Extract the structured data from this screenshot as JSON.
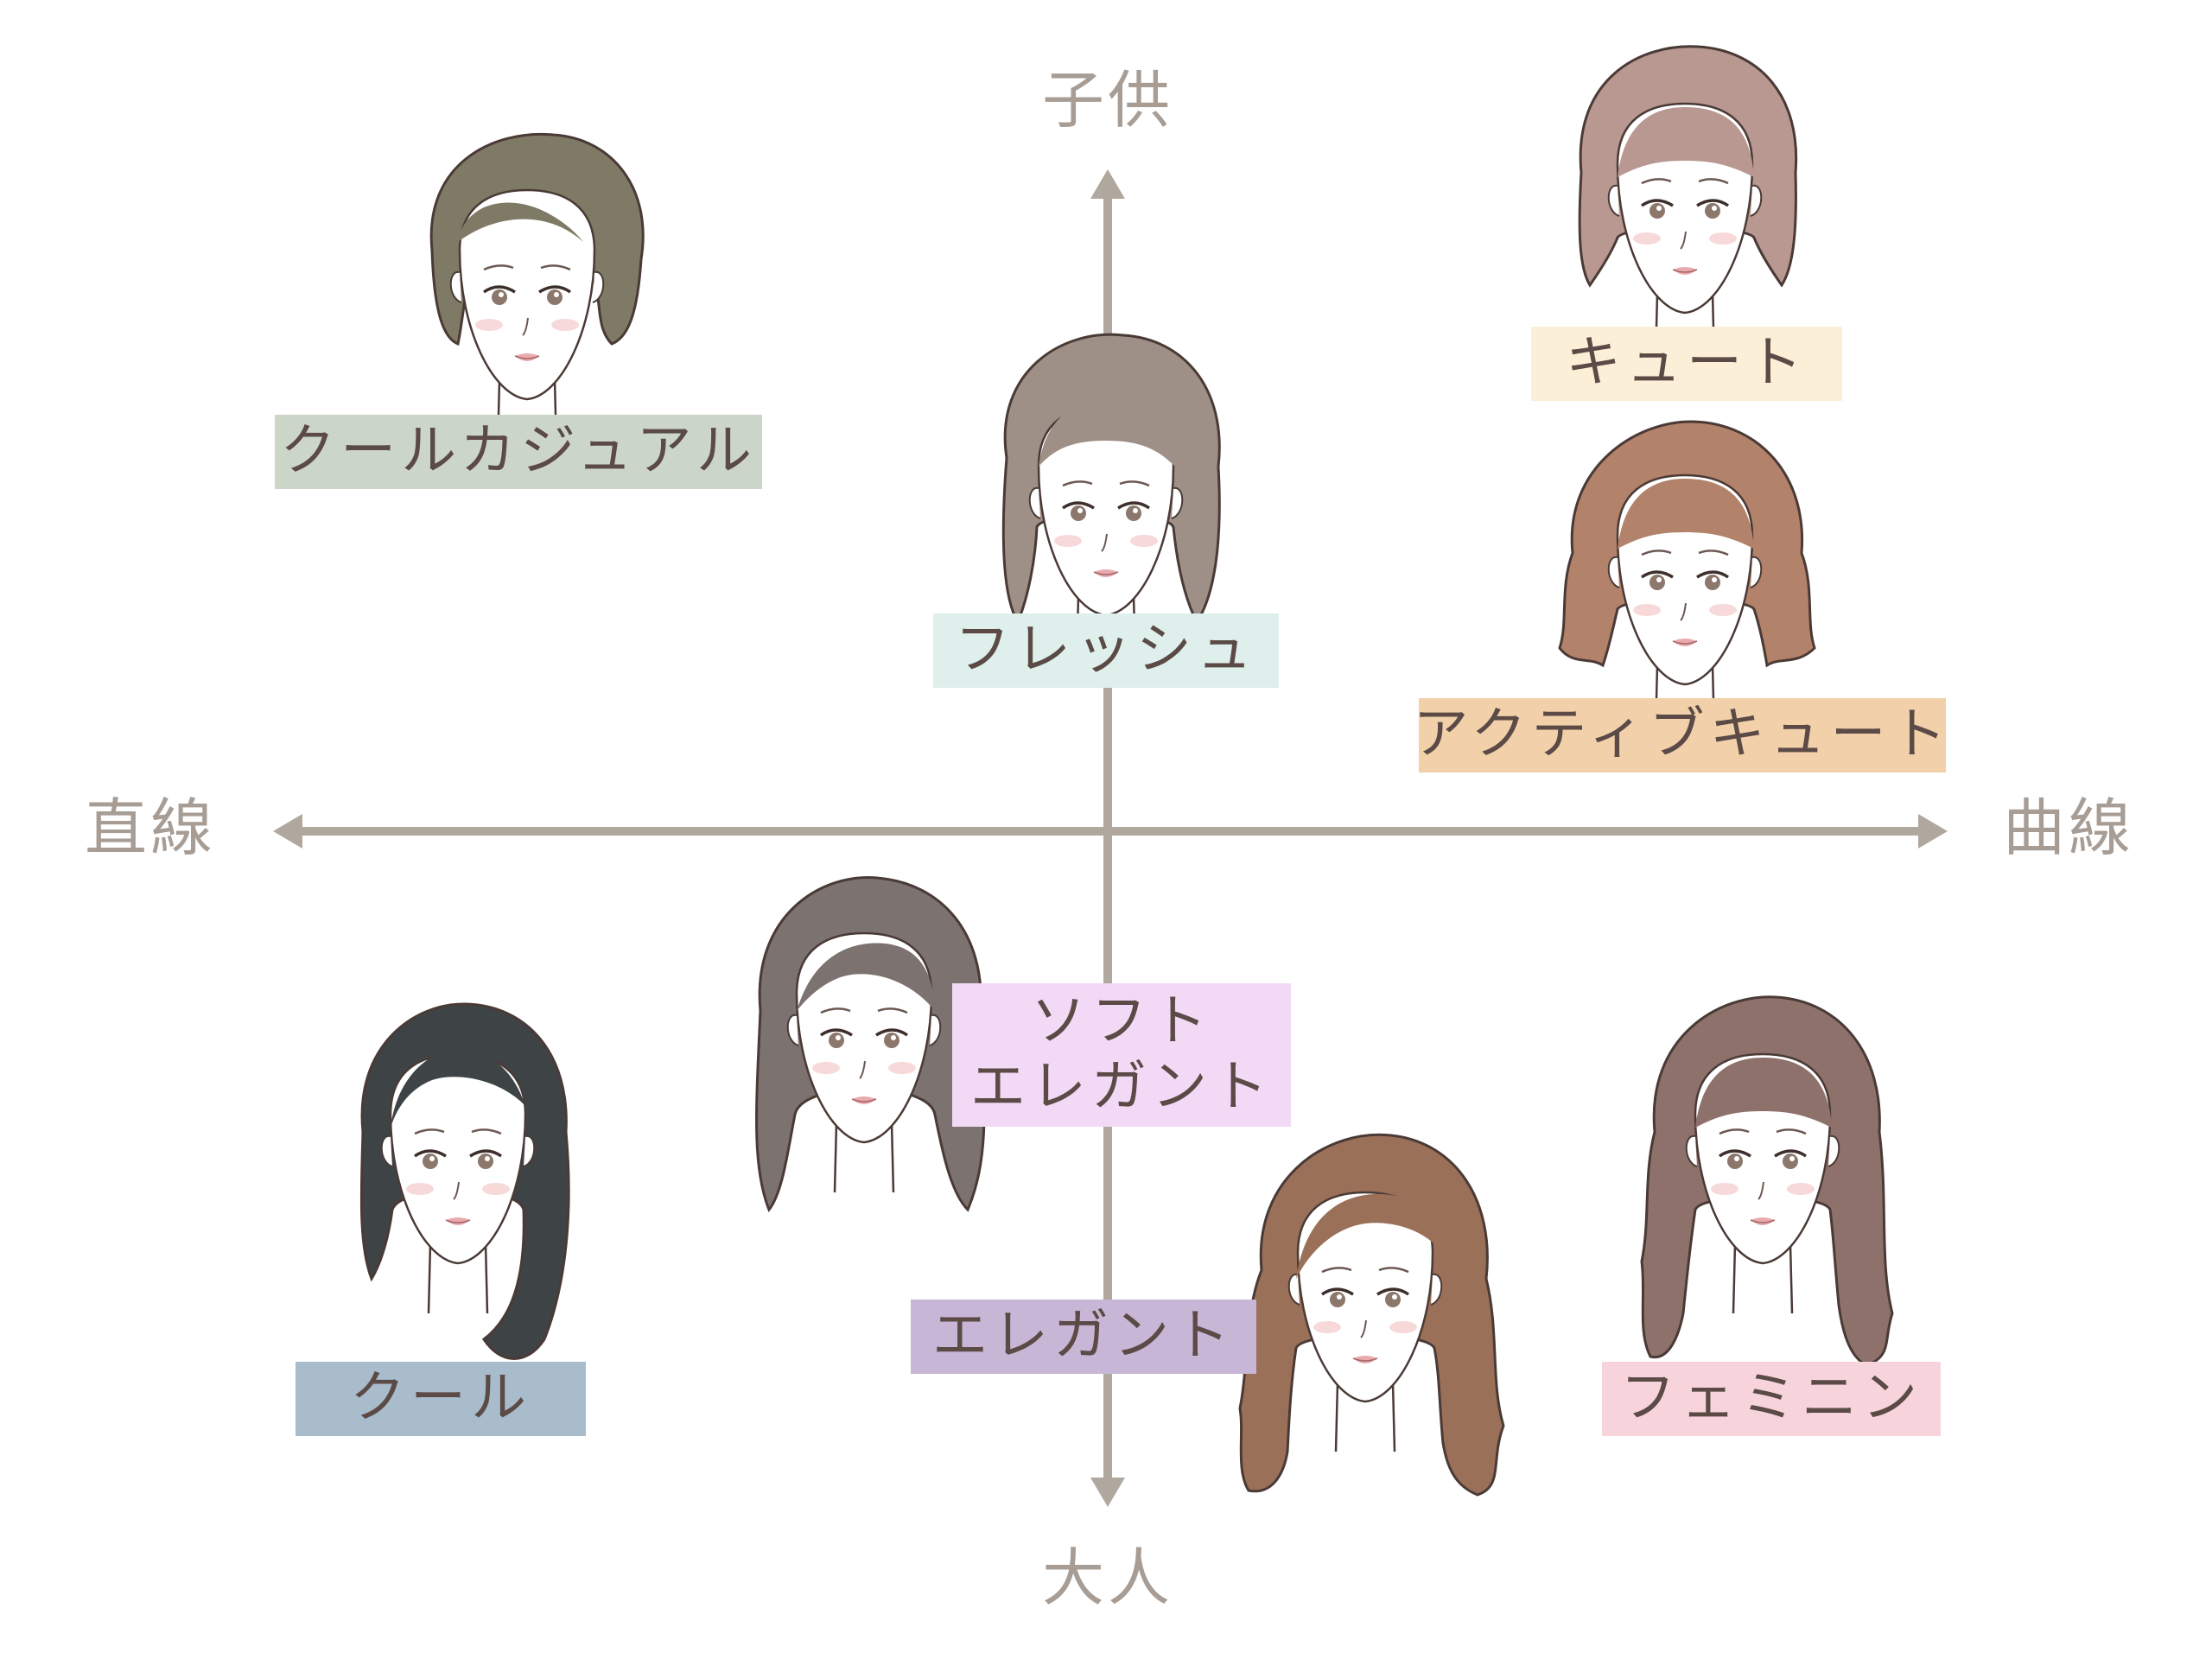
{
  "axes": {
    "top": "子供",
    "bottom": "大人",
    "left": "直線",
    "right": "曲線",
    "color": "#b0a79e"
  },
  "types": [
    {
      "id": "cool-casual",
      "label": "クールカジュアル",
      "label_bg": "#ccd6c8",
      "hair": "#7f7a66"
    },
    {
      "id": "fresh",
      "label": "フレッシュ",
      "label_bg": "#dff0ec",
      "hair": "#9e8f87"
    },
    {
      "id": "cute",
      "label": "キュート",
      "label_bg": "#fcefd8",
      "hair": "#b89890"
    },
    {
      "id": "active-cute",
      "label": "アクティブキュート",
      "label_bg": "#f1d0aa",
      "hair": "#b3826b"
    },
    {
      "id": "soft-elegant",
      "label_line1": "ソフト",
      "label_line2": "エレガント",
      "label_bg": "#f2d9f5",
      "hair": "#7c7270"
    },
    {
      "id": "cool",
      "label": "クール",
      "label_bg": "#a9bccb",
      "hair": "#3e4446"
    },
    {
      "id": "elegant",
      "label": "エレガント",
      "label_bg": "#c8b6d6",
      "hair": "#9a7059"
    },
    {
      "id": "feminine",
      "label": "フェミニン",
      "label_bg": "#f7d4dc",
      "hair": "#8f716b"
    }
  ]
}
